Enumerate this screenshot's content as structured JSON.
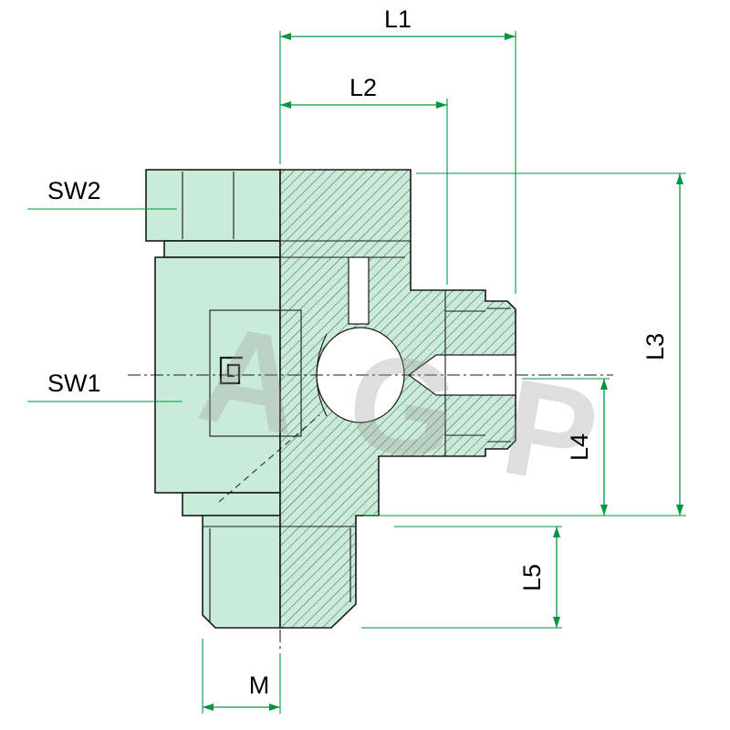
{
  "diagram": {
    "watermark": "AGP",
    "labels": {
      "l1": "L1",
      "l2": "L2",
      "l3": "L3",
      "l4": "L4",
      "l5": "L5",
      "sw1": "SW1",
      "sw2": "SW2",
      "m": "M"
    },
    "colors": {
      "background": "#ffffff",
      "part_fill": "#c9ecd9",
      "outline": "#1a1a1a",
      "hatch_line": "#4d4d4d",
      "dimension": "#009640",
      "label_text": "#000000",
      "watermark": "#9b9b9b"
    }
  }
}
